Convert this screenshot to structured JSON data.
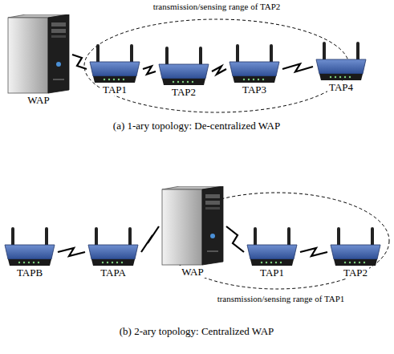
{
  "diagram": {
    "nodes": [
      {
        "text": [
          "WAP"
        ]
      },
      {
        "text": [
          "TAP1"
        ]
      },
      {
        "text": [
          "TAP2"
        ]
      },
      {
        "text": [
          "TAP3"
        ]
      },
      {
        "text": [
          "TAP4"
        ]
      },
      {
        "text": [
          "TAPB"
        ]
      },
      {
        "text": [
          "TAPA"
        ]
      },
      {
        "text": [
          "WAP"
        ]
      },
      {
        "text": [
          "TAP1"
        ]
      },
      {
        "text": [
          "TAP2"
        ]
      }
    ],
    "edges": [
      {
        "from": 0,
        "to": 1,
        "arrow": "none"
      },
      {
        "from": 1,
        "to": 2,
        "arrow": "none"
      },
      {
        "from": 2,
        "to": 3,
        "arrow": "none"
      },
      {
        "from": 3,
        "to": 4,
        "arrow": "none"
      },
      {
        "from": 5,
        "to": 6,
        "arrow": "none"
      },
      {
        "from": 6,
        "to": 7,
        "arrow": "none"
      },
      {
        "from": 7,
        "to": 8,
        "arrow": "none"
      },
      {
        "from": 8,
        "to": 9,
        "arrow": "none"
      }
    ],
    "labels": [
      "transmission/sensing range of TAP2",
      "(a) 1-ary topology: De-centralized WAP",
      "transmission/sensing range of TAP1",
      "(b) 2-ary topology: Centralized WAP"
    ]
  }
}
